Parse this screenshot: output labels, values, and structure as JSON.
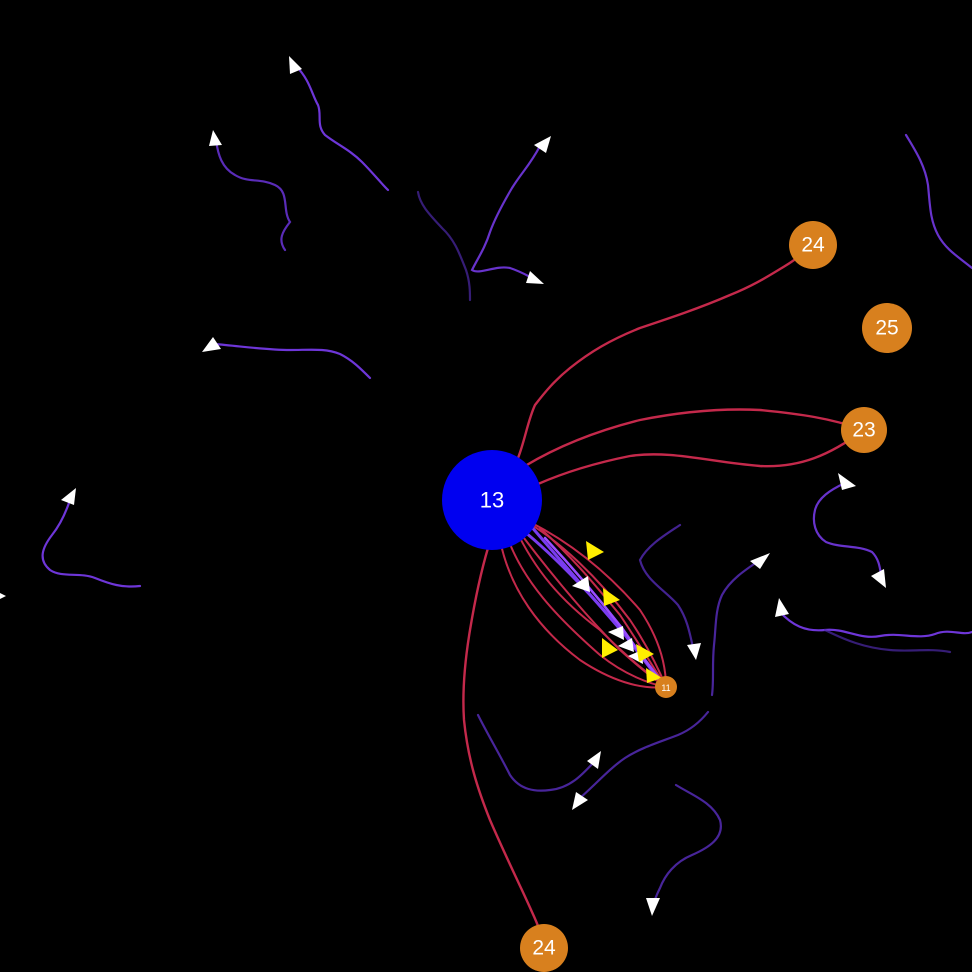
{
  "game": {
    "colors": {
      "background": "#000000",
      "player_node": "#0000f0",
      "neutral_node": "#d8801e",
      "attack_trail": "#c4294b",
      "unit_trail": "#7a3cf0",
      "unit_arrow": "#ffffff",
      "swarm_arrow": "#ffee00"
    },
    "player_node": {
      "label": "13"
    },
    "neutral_nodes": [
      {
        "label": "24"
      },
      {
        "label": "25"
      },
      {
        "label": "23"
      },
      {
        "label": "11"
      },
      {
        "label": "24"
      }
    ]
  }
}
